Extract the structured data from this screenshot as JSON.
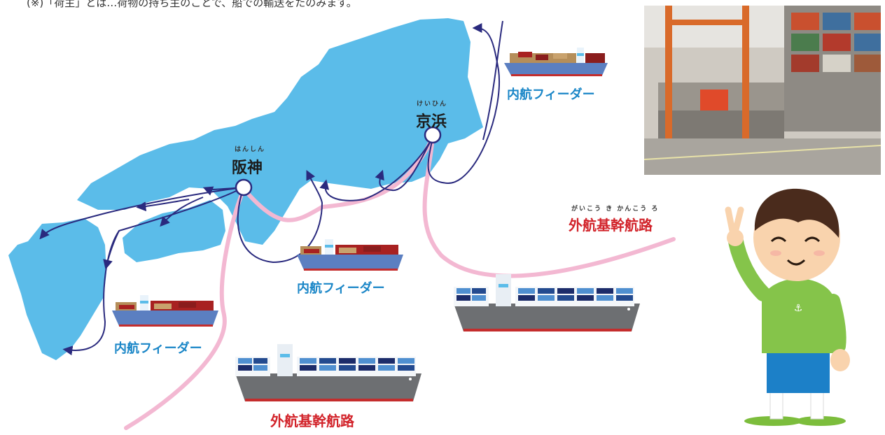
{
  "footnote": "(※)「荷主」とは…荷物の持ち主のことで、船での輸送をたのみます。",
  "ports": {
    "hanshin": {
      "name": "阪神",
      "reading": "はんしん"
    },
    "keihin": {
      "name": "京浜",
      "reading": "けいひん"
    }
  },
  "routes": {
    "domestic_feeder": "内航フィーダー",
    "international_trunk": "外航基幹航路",
    "international_trunk_reading": "がいこう き かんこう ろ"
  },
  "colors": {
    "land": "#5bbce9",
    "feeder_route": "#2a2a7e",
    "trunk_route": "#f3b8d2",
    "feeder_label": "#1a86c7",
    "trunk_label": "#d2232a"
  }
}
